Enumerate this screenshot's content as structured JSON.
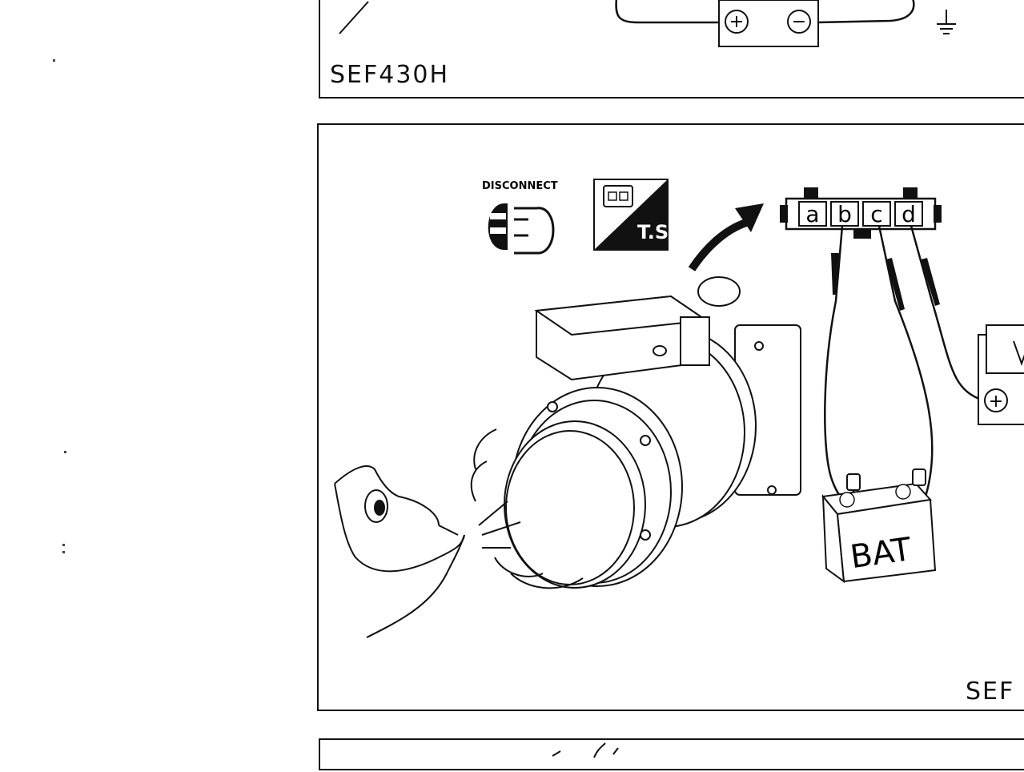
{
  "top_figure": {
    "code": "SEF430H",
    "meter_terminals": [
      "⊕",
      "⊖"
    ]
  },
  "main_figure": {
    "code": "SEF",
    "disconnect_label": "DISCONNECT",
    "ts_label": "T.S.",
    "connector_terminals": [
      "a",
      "b",
      "c",
      "d"
    ],
    "battery_label": "BAT",
    "meter_terminal": "⊕"
  },
  "bottom_figure": {}
}
